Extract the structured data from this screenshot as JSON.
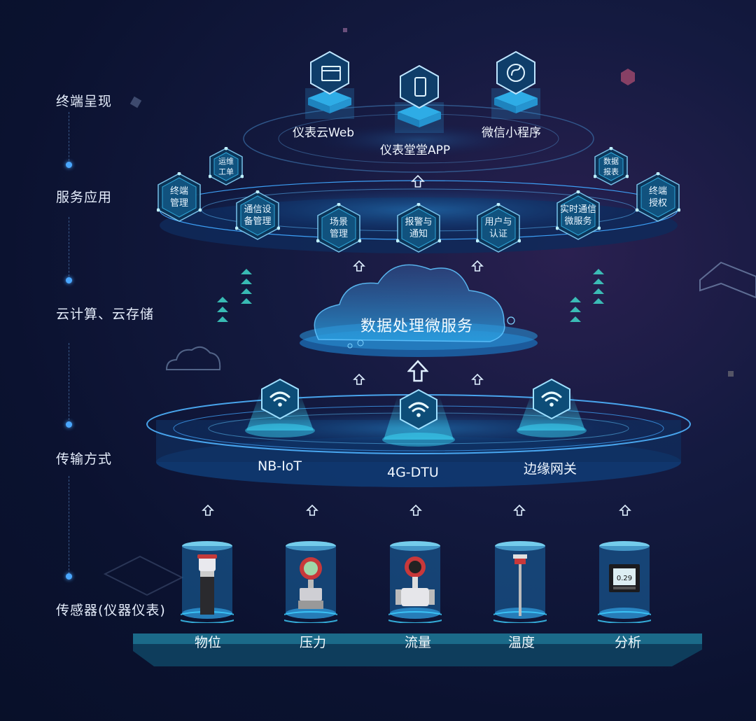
{
  "layers": [
    {
      "label": "终端呈现"
    },
    {
      "label": "服务应用"
    },
    {
      "label": "云计算、云存储"
    },
    {
      "label": "传输方式"
    },
    {
      "label": "传感器(仪器仪表)"
    }
  ],
  "terminals": [
    {
      "label": "仪表云Web",
      "icon": "browser-icon"
    },
    {
      "label": "仪表堂堂APP",
      "icon": "phone-icon"
    },
    {
      "label": "微信小程序",
      "icon": "miniprogram-icon"
    }
  ],
  "services": {
    "large": [
      {
        "label": "终端\n管理"
      },
      {
        "label": "通信设\n备管理"
      },
      {
        "label": "场景\n管理"
      },
      {
        "label": "报警与\n通知"
      },
      {
        "label": "用户与\n认证"
      },
      {
        "label": "实时通信\n微服务"
      },
      {
        "label": "终端\n授权"
      }
    ],
    "small": [
      {
        "label": "运维\n工单"
      },
      {
        "label": "数据\n报表"
      }
    ]
  },
  "cloud": {
    "label": "数据处理微服务"
  },
  "transport": [
    {
      "label": "NB-IoT",
      "icon": "wifi-icon"
    },
    {
      "label": "4G-DTU",
      "icon": "wifi-icon"
    },
    {
      "label": "边缘网关",
      "icon": "wifi-icon"
    }
  ],
  "sensors": [
    {
      "label": "物位",
      "device": "ultrasonic-level-meter"
    },
    {
      "label": "压力",
      "device": "pressure-transmitter"
    },
    {
      "label": "流量",
      "device": "electromagnetic-flowmeter"
    },
    {
      "label": "温度",
      "device": "temperature-sensor"
    },
    {
      "label": "分析",
      "device": "analyzer-display"
    }
  ],
  "analyzer_reading": "0.29",
  "colors": {
    "accent": "#3fd0ff",
    "hex_fill": "#0f3e6a",
    "platform": "#1b6aa0",
    "background": "#0b1230"
  }
}
